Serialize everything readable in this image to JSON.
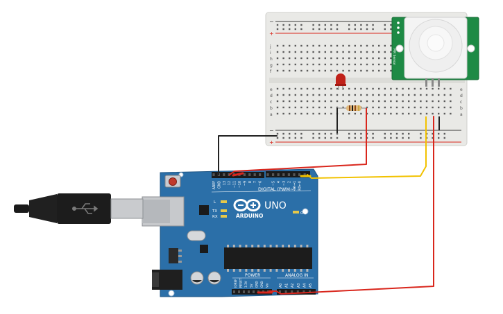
{
  "breadboard": {
    "columns": 30,
    "letters_top": [
      "j",
      "i",
      "h",
      "g",
      "f"
    ],
    "letters_bottom": [
      "e",
      "d",
      "c",
      "b",
      "a"
    ],
    "rail_plus": "+",
    "rail_minus": "−"
  },
  "arduino": {
    "model": "UNO",
    "brand": "ARDUINO",
    "digital_label": "DIGITAL (PWM~)",
    "power_label": "POWER",
    "analog_label": "ANALOG IN",
    "on_label": "ON",
    "l_label": "L",
    "tx_label": "TX",
    "rx_label": "RX",
    "digital_pins": [
      "AREF",
      "GND",
      "13",
      "12",
      "~11",
      "~10",
      "~9",
      "8",
      "7",
      "~6",
      "~5",
      "4",
      "~3",
      "2",
      "TX→1",
      "RX←0"
    ],
    "power_pins": [
      "IOREF",
      "RESET",
      "3.3V",
      "5V",
      "GND",
      "GND",
      "Vin"
    ],
    "analog_pins": [
      "A0",
      "A1",
      "A2",
      "A3",
      "A4",
      "A5"
    ]
  },
  "pir": {
    "label_left": "PIR Sensor",
    "label_right": "555-28027"
  },
  "colors": {
    "board_blue": "#2b6fa8",
    "wire_red": "#d9261c",
    "wire_yellow": "#f2c200",
    "wire_black": "#222222",
    "pir_green": "#1e8a45",
    "led_red": "#c0221a"
  }
}
